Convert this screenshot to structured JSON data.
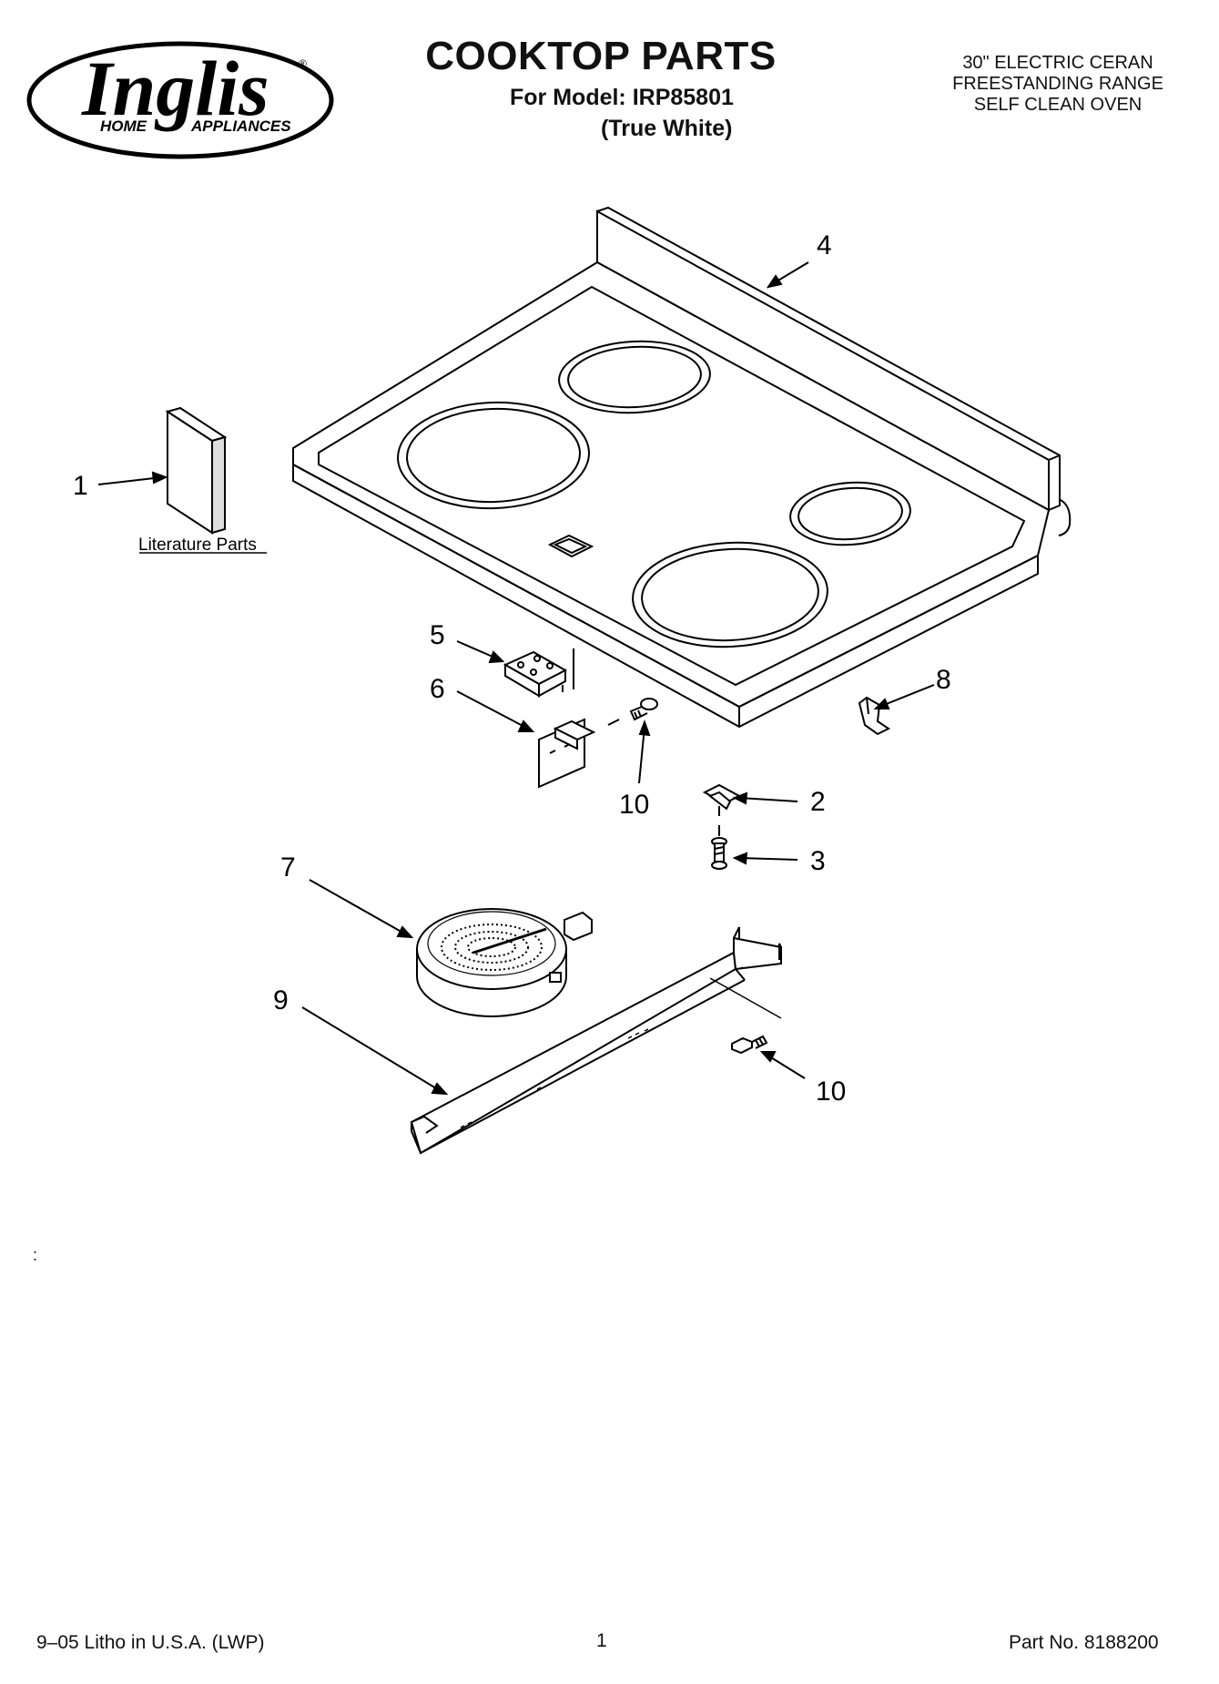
{
  "brand": {
    "name": "Inglis",
    "registered_mark": "®",
    "tagline_left": "HOME",
    "tagline_right": "APPLIANCES"
  },
  "header": {
    "title": "COOKTOP PARTS",
    "model_line": "For Model: IRP85801",
    "color_line": "(True White)",
    "description": [
      "30\" ELECTRIC CERAN",
      "FREESTANDING RANGE",
      "SELF CLEAN OVEN"
    ]
  },
  "diagram": {
    "callouts": {
      "c1": "1",
      "c2": "2",
      "c3": "3",
      "c4": "4",
      "c5": "5",
      "c6": "6",
      "c7": "7",
      "c8": "8",
      "c9": "9",
      "c10a": "10",
      "c10b": "10"
    },
    "literature_label": "Literature Parts"
  },
  "stray_mark": ":",
  "footer": {
    "litho": "9–05 Litho in U.S.A. (LWP)",
    "page_number": "1",
    "part_number": "Part No. 8188200"
  }
}
